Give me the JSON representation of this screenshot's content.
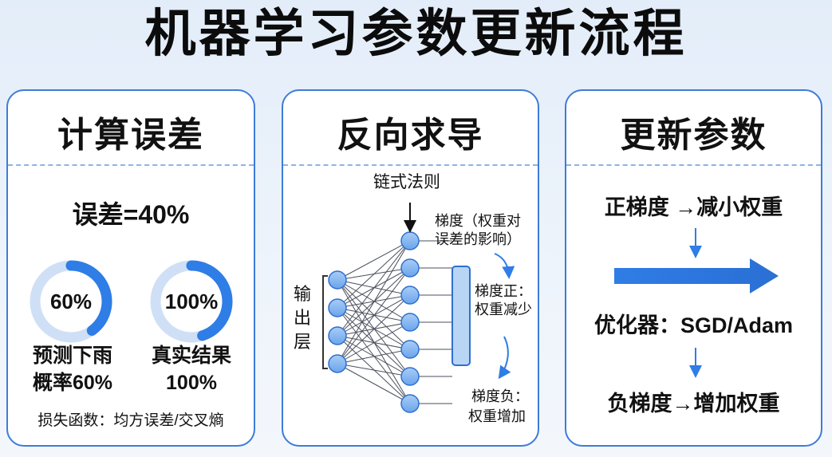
{
  "title": "机器学习参数更新流程",
  "panels": {
    "error": {
      "title": "计算误差",
      "error_value": "误差=40%",
      "gauges": [
        {
          "value": "60%",
          "fraction": 0.4,
          "caption_line1": "预测下雨",
          "caption_line2": "概率60%"
        },
        {
          "value": "100%",
          "fraction": 0.45,
          "caption_line1": "真实结果",
          "caption_line2": "100%"
        }
      ],
      "loss_note": "损失函数：均方误差/交叉熵"
    },
    "backprop": {
      "title": "反向求导",
      "chain_rule": "链式法则",
      "output_layer": [
        "输",
        "出",
        "层"
      ],
      "gradient_desc_line1": "梯度（权重对",
      "gradient_desc_line2": "误差的影响）",
      "pos_grad_line1": "梯度正：",
      "pos_grad_line2": "权重减少",
      "neg_grad_line1": "梯度负：",
      "neg_grad_line2": "权重增加"
    },
    "update": {
      "title": "更新参数",
      "positive_rule": "正梯度 →减小权重",
      "optimizer": "优化器：SGD/Adam",
      "negative_rule": "负梯度→增加权重"
    }
  },
  "colors": {
    "accent": "#2f7de6",
    "gauge_track": "#cfe0f6",
    "panel_border": "#3d7cd8",
    "node_fill": "#7fb2f0",
    "node_stroke": "#2f6fcf"
  }
}
